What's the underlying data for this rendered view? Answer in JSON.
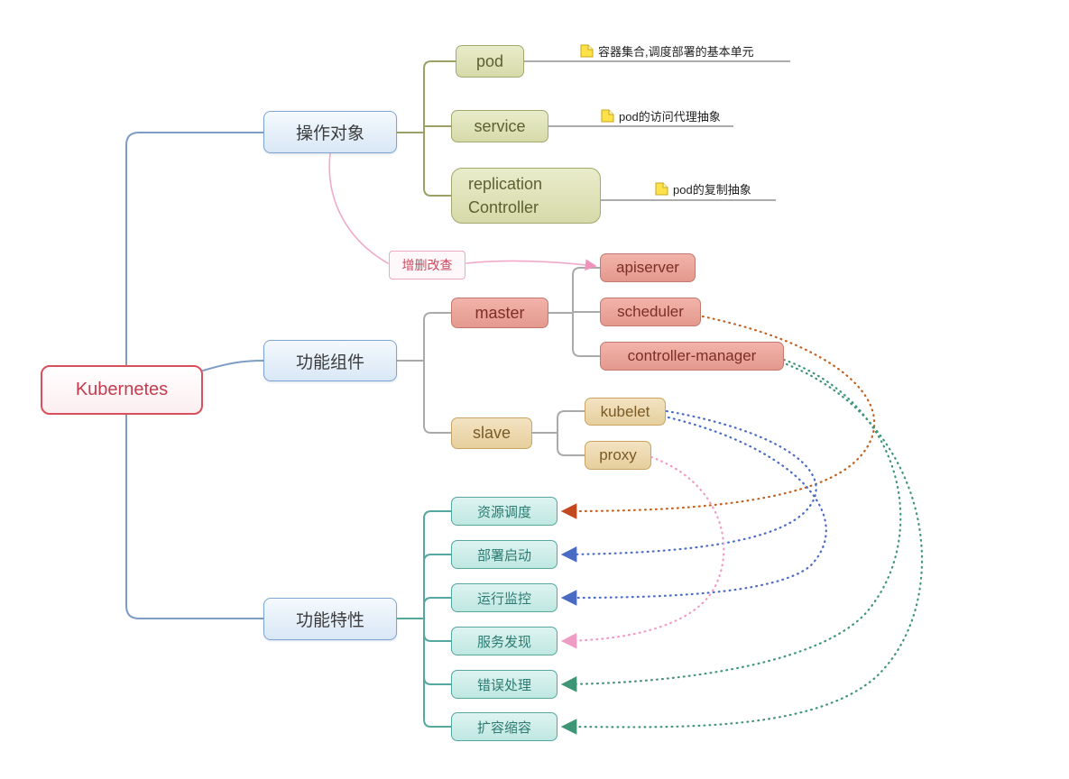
{
  "root": {
    "label": "Kubernetes"
  },
  "objects_branch": {
    "label": "操作对象",
    "children": [
      {
        "label": "pod",
        "note": "容器集合,调度部署的基本单元"
      },
      {
        "label": "service",
        "note": "pod的访问代理抽象"
      },
      {
        "label": "replication Controller",
        "note": "pod的复制抽象"
      }
    ]
  },
  "crud": {
    "label": "增删改查"
  },
  "components_branch": {
    "label": "功能组件",
    "master": {
      "label": "master",
      "children": [
        {
          "label": "apiserver"
        },
        {
          "label": "scheduler"
        },
        {
          "label": "controller-manager"
        }
      ]
    },
    "slave": {
      "label": "slave",
      "children": [
        {
          "label": "kubelet"
        },
        {
          "label": "proxy"
        }
      ]
    }
  },
  "features_branch": {
    "label": "功能特性",
    "children": [
      {
        "label": "资源调度"
      },
      {
        "label": "部署启动"
      },
      {
        "label": "运行监控"
      },
      {
        "label": "服务发现"
      },
      {
        "label": "错误处理"
      },
      {
        "label": "扩容缩容"
      }
    ]
  },
  "colors": {
    "root_accent": "#d94f5c",
    "branch_blue": "#7fa5d1",
    "objects_olive": "#a3a86f",
    "master_salmon": "#c27a6e",
    "slave_tan": "#c9a463",
    "features_teal": "#55a89f",
    "crud_pink": "#f0a8c2",
    "link_orange": "#c2601f",
    "link_blue": "#4a6bc4",
    "link_pink": "#ee9cc4",
    "link_green": "#3f9677",
    "note_yellow": "#ffe24a"
  }
}
